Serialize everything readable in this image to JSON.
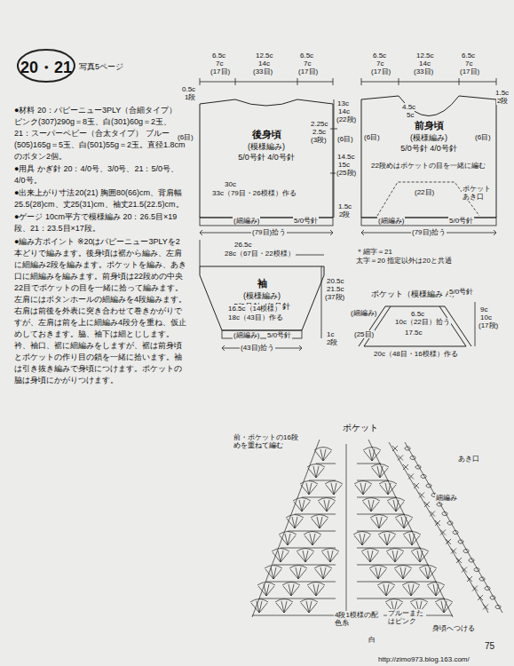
{
  "diagram": {
    "nodes": [
      {
        "text": [
          "20・21"
        ]
      },
      {
        "text": [
          "後身頃",
          "(模様編み)",
          "5/0号針 4/0号針"
        ]
      },
      {
        "text": [
          "前身頃",
          "(模様編み)",
          "5/0号針 4/0号針"
        ]
      },
      {
        "text": [
          "袖",
          "(模様編み)",
          "5/0号針 4/0号針"
        ]
      },
      {
        "text": [
          "ポケット（模様編み A）"
        ]
      }
    ],
    "labels": [
      "写真5ページ",
      "●材料 20：パピーニュー3PLY（合細タイプ） ピンク(307)290g＝8玉、白(301)60g＝2玉、21：スーパーベビー（合太タイプ） ブルー(505)165g＝5玉、白(501)55g＝2玉。直径1.8cmのボタン2個。",
      "●用具 かぎ針 20：4/0号、3/0号、21：5/0号、4/0号。",
      "●出来上がり寸法20(21) 胸囲80(66)cm、背肩幅25.5(28)cm、丈25(31)cm、袖丈21.5(22.5)cm。",
      "●ゲージ 10cm平方で模様編み 20：26.5目×19段、21：23.5目×17段。",
      "●編み方ポイント ※20はパピーニュー3PLYを2本どりで編みます。後身頃は裾から編み、左肩に細編み2段を編みます。ポケットを編み、あき口に細編みを編みます。前身頃は22段めの中央22目でポケットの目を一緒に拾って編みます。左肩にはボタンホールの細編みを4段編みます。右肩は前後を外表に突き合わせて巻きかがりですが、左肩は前を上に細編み4段分を重ね、仮止めしておきます。脇、袖下は細とじします。衿、袖口、裾に細編みをしますが、裾は前身頃とポケットの作り目の鎖を一緒に拾います。袖は引き抜き編みで身頃につけます。ポケットの脇は身頃にかがりつけます。",
      "6.5c",
      "7c",
      "(17目)",
      "12.5c",
      "14c",
      "(33目)",
      "6.5c",
      "7c",
      "(17目)",
      "0.5c",
      "1段",
      "(6目)",
      "2.25c",
      "2.5c",
      "(3段)",
      "13c",
      "14c",
      "(22段)",
      "(6目)",
      "14.5c",
      "15c",
      "(25段)",
      "1.5c",
      "2段",
      "30c",
      "33c（79目・26模様）作る",
      "(細編み)",
      "5/0号針",
      "(79目)拾う",
      "6.5c",
      "7c",
      "(17目)",
      "12.5c",
      "14c",
      "(33目)",
      "6.5c",
      "7c",
      "(17目)",
      "4.5c",
      "5c",
      "1.5c",
      "2段",
      "(6目)",
      "(6目)",
      "22段めはポケットの目を一緒に編む",
      "(22目)",
      "ポケットあき口",
      "(細編み)",
      "5/0号針",
      "(79目)拾う",
      "＊細字＝21",
      "太字＝20 指定以外は20と共通",
      "26.5c",
      "28c（67目・22模様）",
      "20.5c",
      "21.5c",
      "(37段)",
      "16.5c（14模様）",
      "18c（43目）作る",
      "(細編み)",
      "5/0号針",
      "(43目)拾う",
      "1c",
      "2段",
      "5/0号針",
      "(細編み)",
      "(25目)",
      "6.5c",
      "10c（22目）拾う",
      "17.5c",
      "20c（48目・16模様）作る",
      "9c",
      "10c",
      "(17段)",
      "ポケット",
      "前・ポケットの16段めを重ねて編む",
      "あき口",
      "細編み",
      "4段1模様の配色糸",
      "ブルーまたはピンク",
      "白",
      "身頃へつける",
      "75",
      "http://zimo973.blog.163.com/"
    ]
  }
}
